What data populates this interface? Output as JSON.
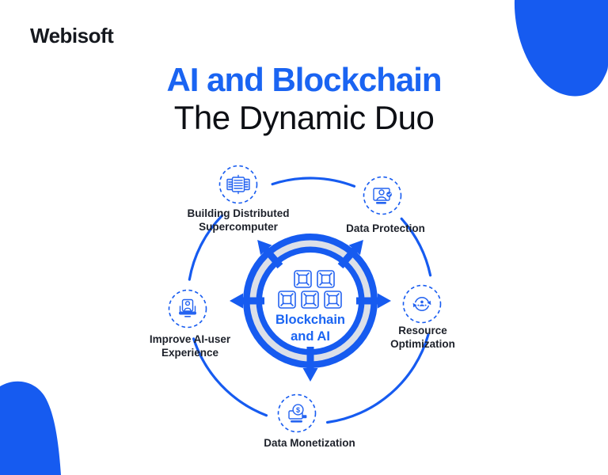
{
  "brand": {
    "logo": "Webisoft"
  },
  "title": {
    "line1": "AI and Blockchain",
    "line2": "The Dynamic Duo"
  },
  "center": {
    "label": "Blockchain\nand AI",
    "icon": "blockchain-cubes-icon"
  },
  "nodes": [
    {
      "id": "building-distributed-supercomputer",
      "label": "Building Distributed\nSupercomputer",
      "icon": "server-cluster-icon"
    },
    {
      "id": "data-protection",
      "label": "Data Protection",
      "icon": "user-check-monitor-icon"
    },
    {
      "id": "resource-optimization",
      "label": "Resource\nOptimization",
      "icon": "resource-cycle-icon"
    },
    {
      "id": "data-monetization",
      "label": "Data Monetization",
      "icon": "dollar-coin-laptop-icon"
    },
    {
      "id": "improve-ai-user-experience",
      "label": "Improve AI-user\nExperience",
      "icon": "user-card-laptop-icon"
    }
  ],
  "icons": {
    "dollar_glyph": "$"
  },
  "colors": {
    "accent": "#165BF0",
    "icon_stroke": "#2463F0",
    "title_blue": "#1A64F2",
    "ring_gray": "#DCE0E8",
    "text_dark": "#1D212A",
    "background": "#FFFFFF"
  }
}
